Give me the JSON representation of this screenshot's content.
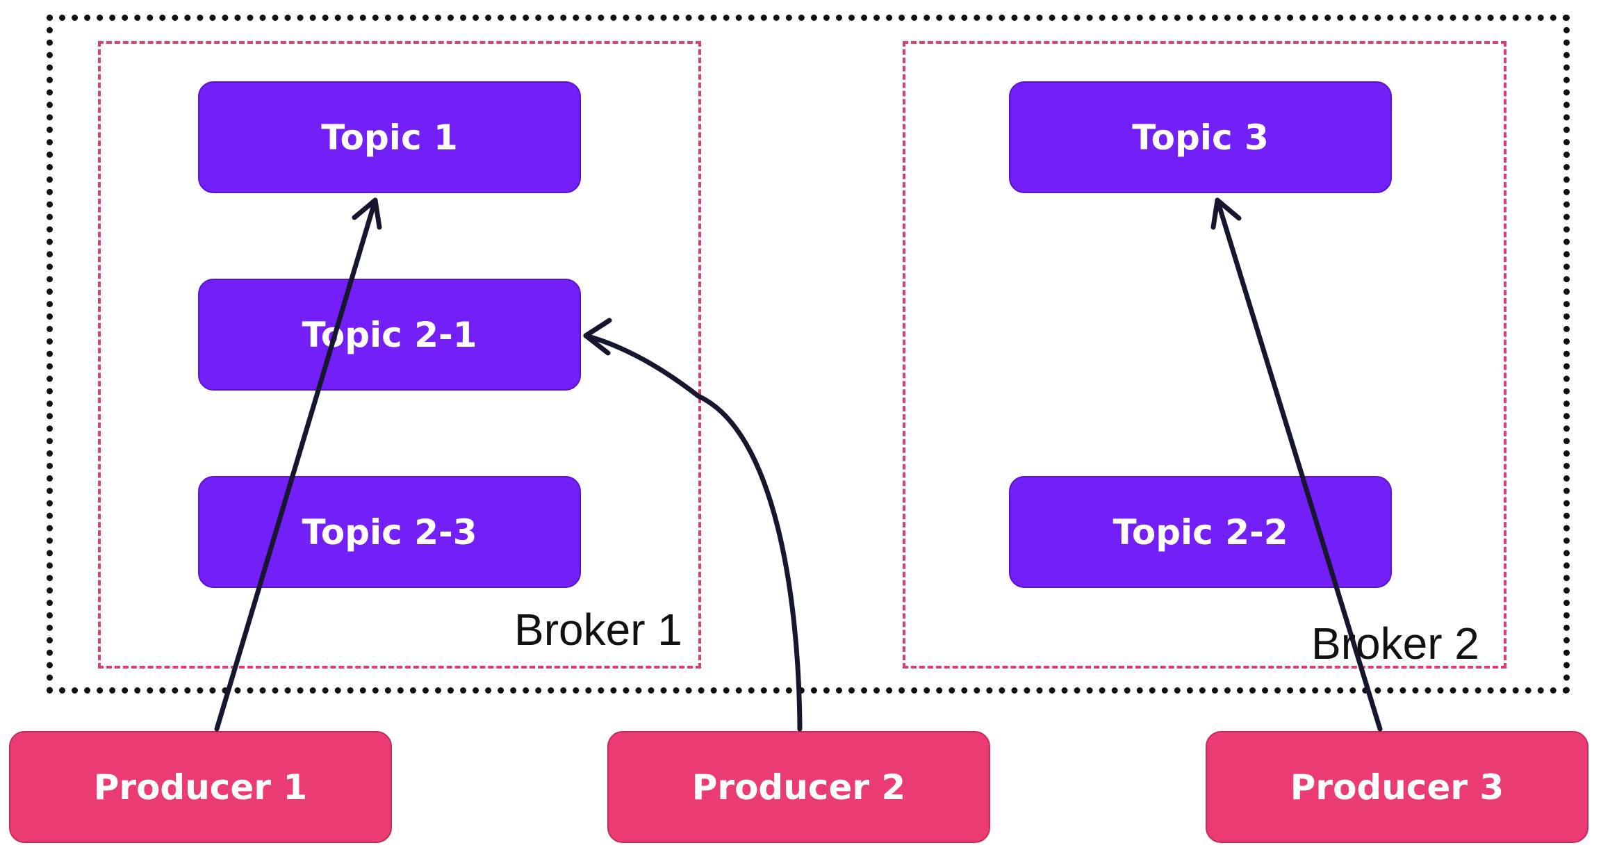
{
  "diagram": {
    "brokers": [
      {
        "id": "broker-1",
        "label": "Broker 1"
      },
      {
        "id": "broker-2",
        "label": "Broker 2"
      }
    ],
    "topics": [
      {
        "id": "topic-1",
        "label": "Topic 1",
        "broker": "Broker 1"
      },
      {
        "id": "topic-2-1",
        "label": "Topic 2-1",
        "broker": "Broker 1"
      },
      {
        "id": "topic-2-3",
        "label": "Topic 2-3",
        "broker": "Broker 1"
      },
      {
        "id": "topic-3",
        "label": "Topic 3",
        "broker": "Broker 2"
      },
      {
        "id": "topic-2-2",
        "label": "Topic 2-2",
        "broker": "Broker 2"
      }
    ],
    "producers": [
      {
        "id": "producer-1",
        "label": "Producer 1"
      },
      {
        "id": "producer-2",
        "label": "Producer 2"
      },
      {
        "id": "producer-3",
        "label": "Producer 3"
      }
    ],
    "edges": [
      {
        "from": "Producer 1",
        "to": "Topic 1"
      },
      {
        "from": "Producer 2",
        "to": "Topic 2-1"
      },
      {
        "from": "Producer 3",
        "to": "Topic 3"
      }
    ],
    "colors": {
      "topic_fill": "#731ff7",
      "producer_fill": "#ea3b73",
      "broker_border": "#d9406e",
      "cluster_border": "#111111",
      "arrow": "#16162e"
    }
  }
}
